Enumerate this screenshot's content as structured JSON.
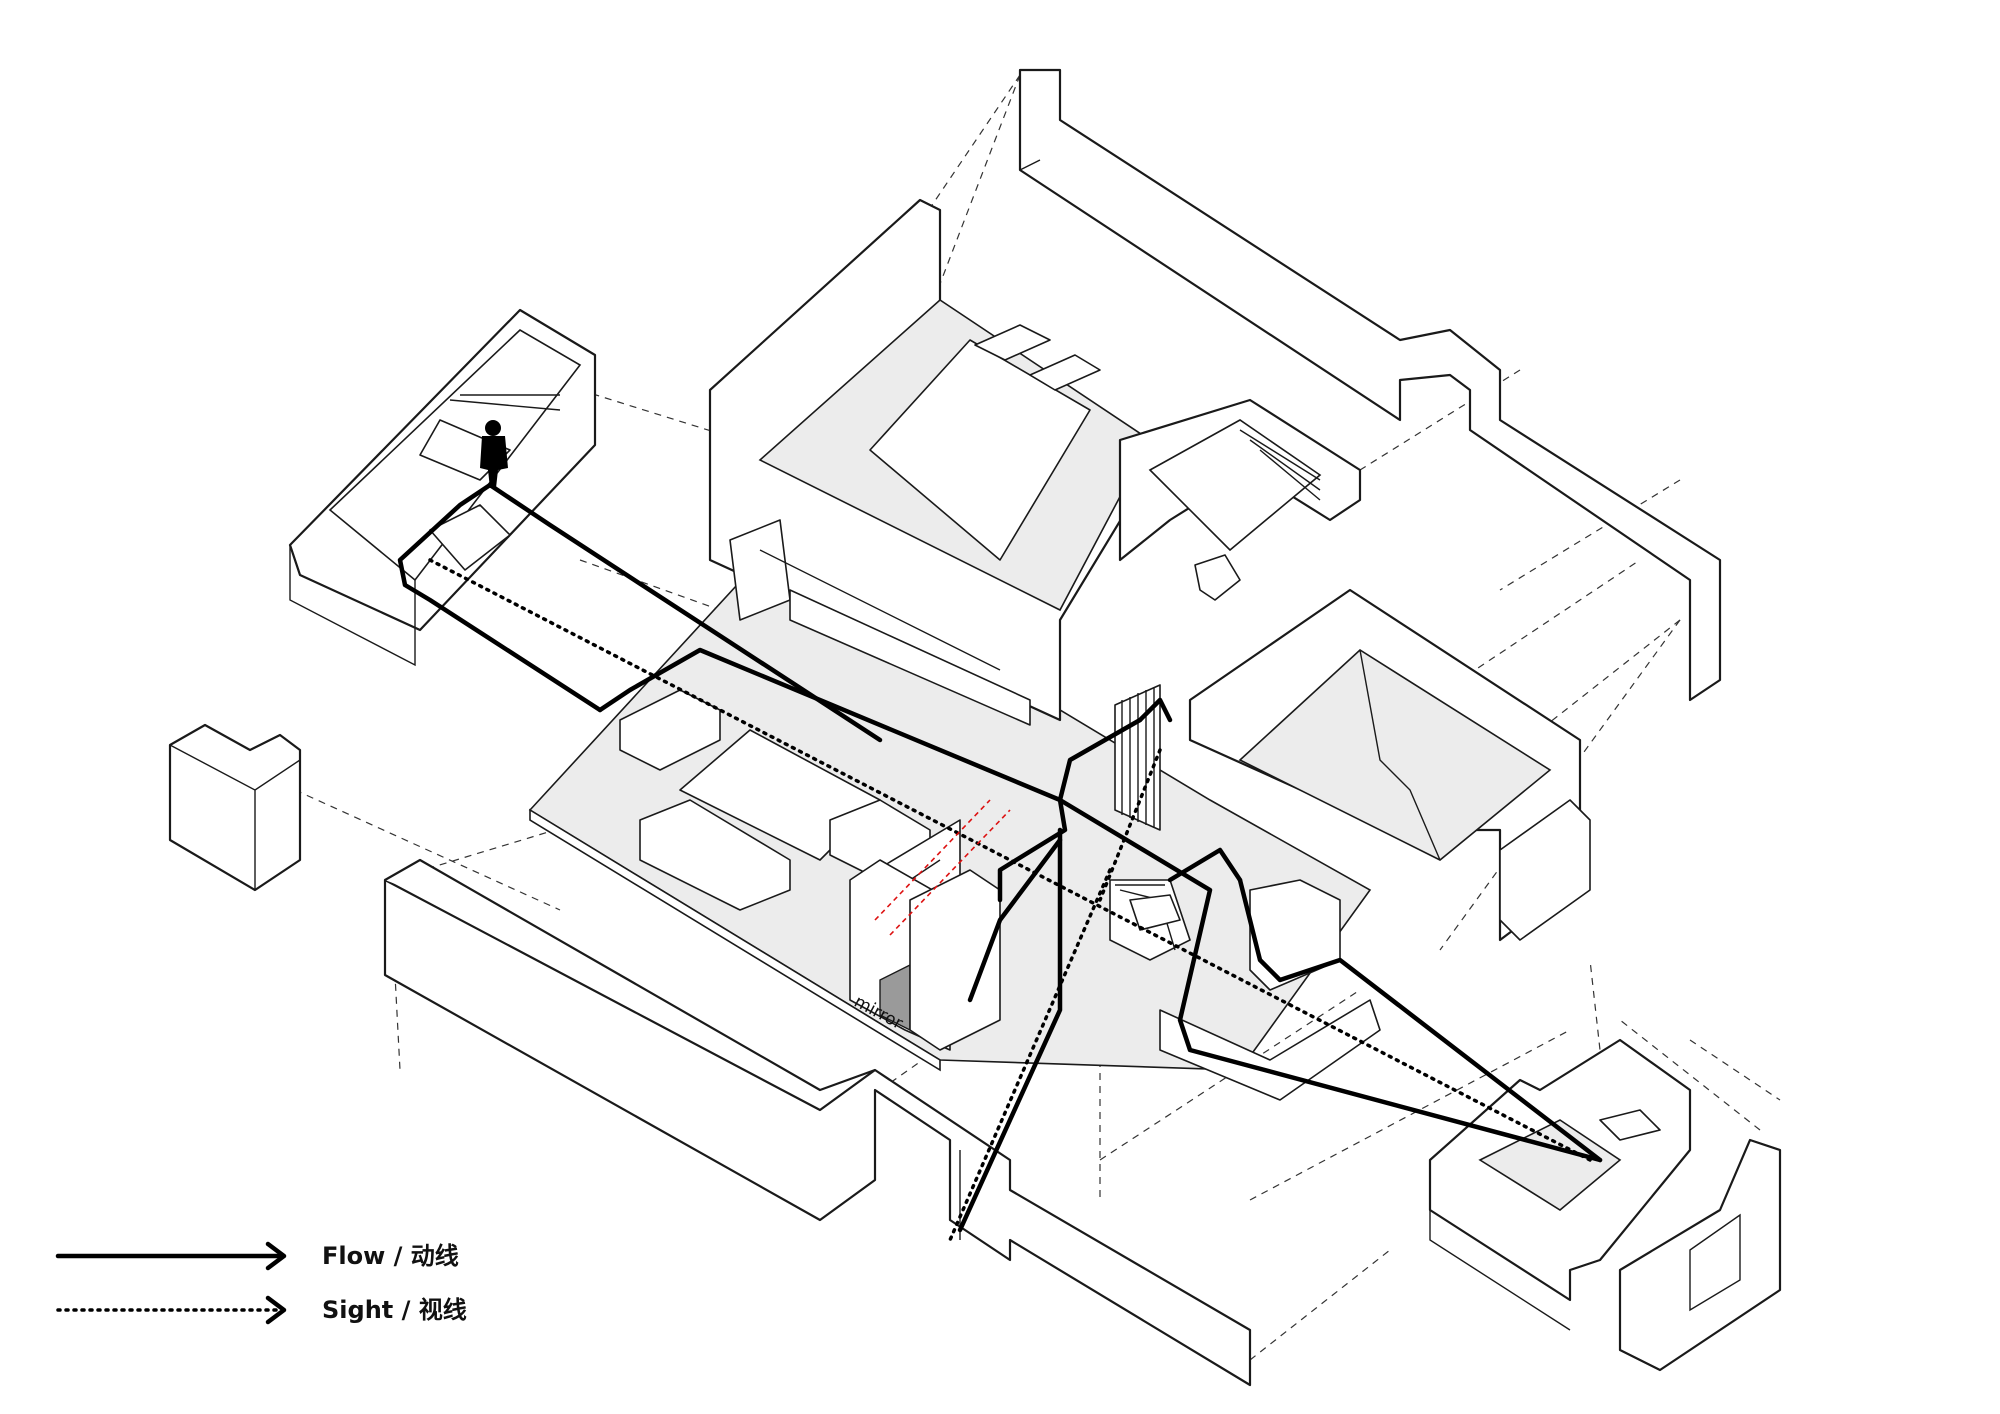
{
  "labels": {
    "mirror": "mirror"
  },
  "legend": {
    "flow_label": "Flow  / 动线",
    "sight_label": "Sight / 视线"
  },
  "colors": {
    "line": "#000000",
    "floor": "#ececec",
    "accent_red": "#dd1111"
  }
}
